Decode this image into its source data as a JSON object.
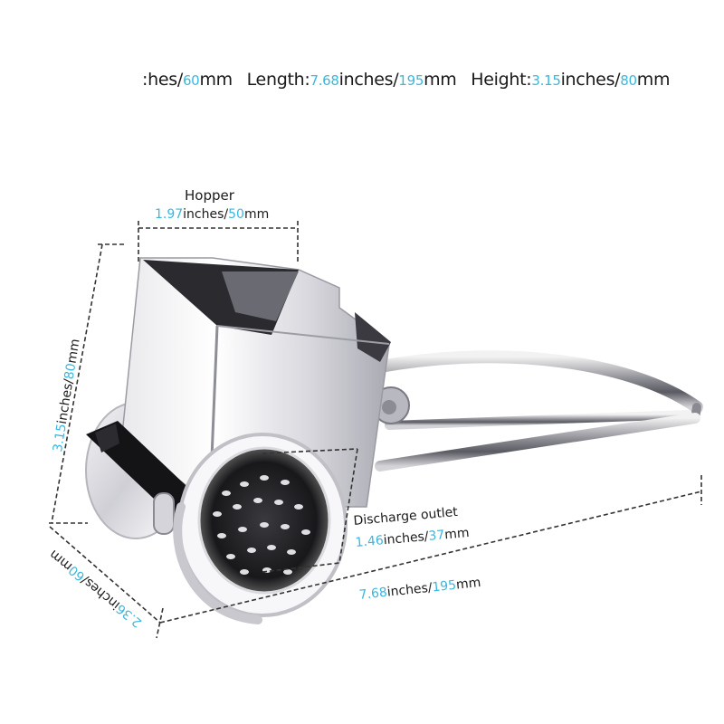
{
  "colors": {
    "accent": "#3bb7de",
    "text": "#1a1a1a",
    "dash": "#333333"
  },
  "header": {
    "width": {
      "prefix": ":hes/",
      "mm": "60",
      "unit": "mm"
    },
    "length": {
      "label": "Length:",
      "inches": "7.68",
      "inches_unit": "inches/",
      "mm": "195",
      "unit": "mm"
    },
    "height": {
      "label": "Height:",
      "inches": "3.15",
      "inches_unit": "inches/",
      "mm": "80",
      "unit": "mm"
    }
  },
  "hopper": {
    "title": "Hopper",
    "inches": "1.97",
    "inches_unit": "inches/",
    "mm": "50",
    "unit": "mm"
  },
  "height_dim": {
    "inches": "3.15",
    "inches_unit": "inches/",
    "mm": "80",
    "unit": "mm"
  },
  "width_dim": {
    "inches": "2.36",
    "inches_unit": "inches/",
    "mm": "60",
    "unit": "mm"
  },
  "discharge": {
    "title": "Discharge outlet",
    "inches": "1.46",
    "inches_unit": "inches/",
    "mm": "37",
    "unit": "mm"
  },
  "length_dim": {
    "inches": "7.68",
    "inches_unit": "inches/",
    "mm": "195",
    "unit": "mm"
  },
  "product": {
    "icon": "rotary-cheese-grater-image"
  }
}
